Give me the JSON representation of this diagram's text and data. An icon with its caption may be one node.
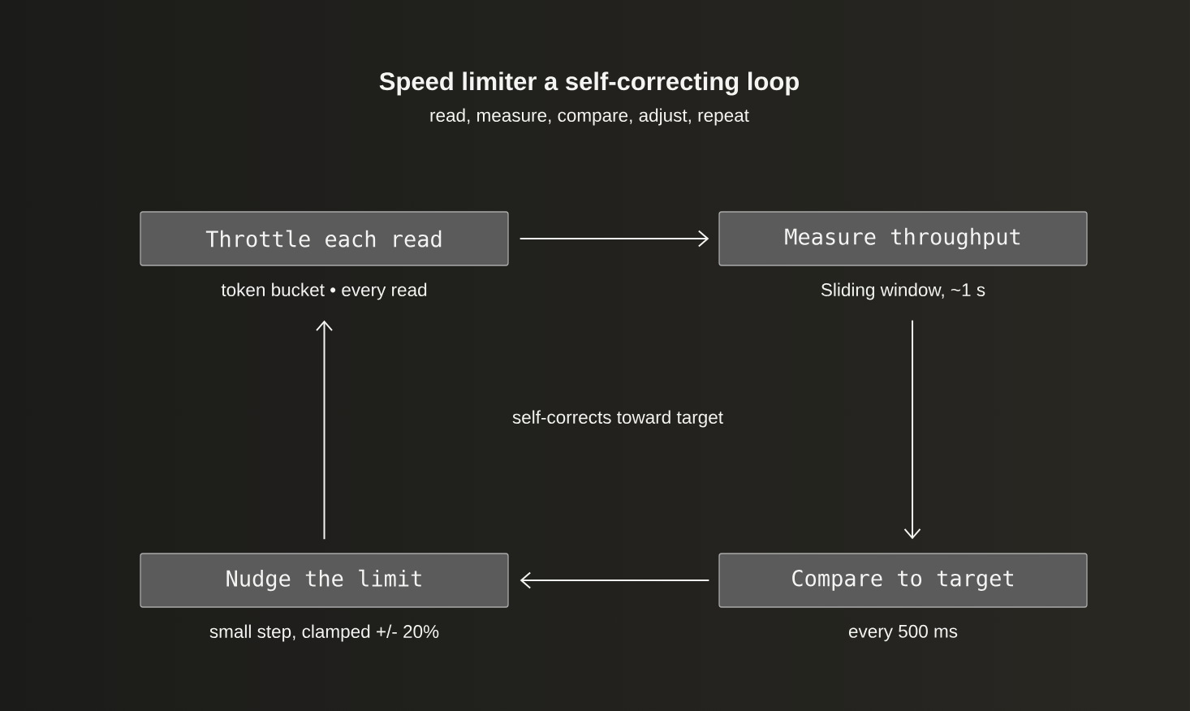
{
  "diagram": {
    "title": "Speed limiter a self-correcting loop",
    "nodes": [
      {
        "text": [
          "Throttle each read"
        ],
        "beside": [
          "token bucket • every read"
        ]
      },
      {
        "text": [
          "Measure throughput"
        ],
        "beside": [
          "Sliding window, ~1 s"
        ]
      },
      {
        "text": [
          "Nudge the limit"
        ],
        "beside": [
          "small step, clamped +/- 20%"
        ]
      },
      {
        "text": [
          "Compare to target"
        ],
        "beside": [
          "every 500 ms"
        ]
      }
    ],
    "edges": [
      {
        "from": 0,
        "to": 1,
        "arrow": "to"
      },
      {
        "from": 1,
        "to": 3,
        "arrow": "to"
      },
      {
        "from": 3,
        "to": 2,
        "arrow": "to"
      },
      {
        "from": 2,
        "to": 0,
        "arrow": "to"
      }
    ],
    "labels": [
      "read, measure, compare, adjust, repeat",
      "self-corrects toward target"
    ]
  }
}
